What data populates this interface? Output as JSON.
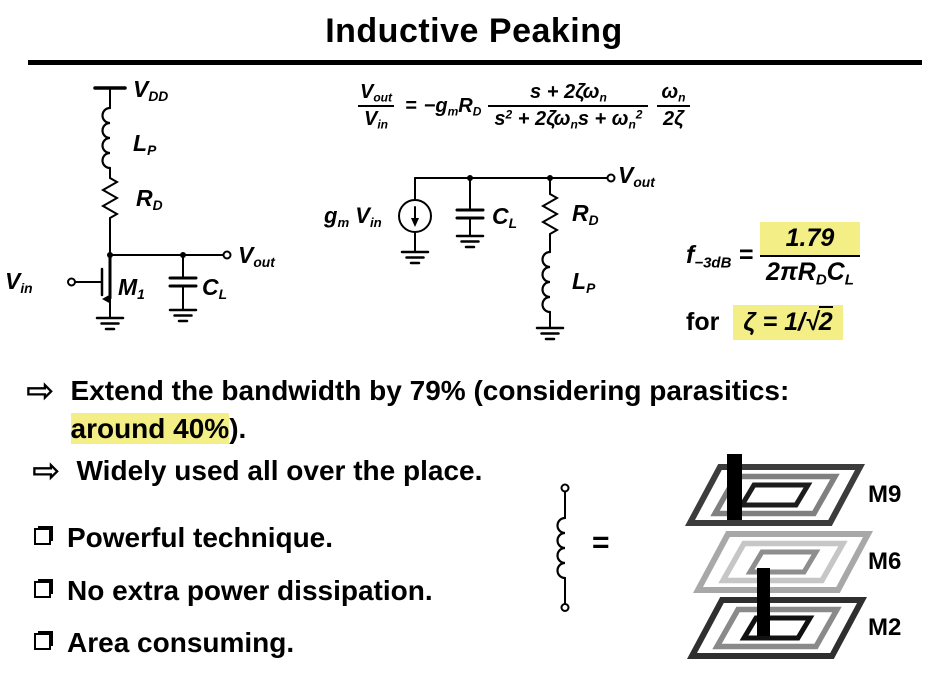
{
  "title": "Inductive Peaking",
  "colors": {
    "highlight": "#f3ee86",
    "ink": "#000000"
  },
  "left_circuit": {
    "vdd": "V_{DD}",
    "lp": "L_{P}",
    "rd": "R_{D}",
    "vout": "V_{out}",
    "vin": "V_{in}",
    "m1": "M_{1}",
    "cl": "C_{L}"
  },
  "ss_circuit": {
    "source": "g_{m} V_{in}",
    "cl": "C_{L}",
    "rd": "R_{D}",
    "lp": "L_{P}",
    "vout": "V_{out}"
  },
  "transfer_eq": {
    "lhs_num": "V_{out}",
    "lhs_den": "V_{in}",
    "equals": "=",
    "coefficient": "−g_{m}R_{D}",
    "num": "s + 2ζω_{n}",
    "den": "s^{2} + 2ζω_{n}s + ω_{n}^{2}",
    "factor_num": "ω_{n}",
    "factor_den": "2ζ"
  },
  "bandwidth_eq": {
    "lhs": "f_{−3dB}",
    "equals": "=",
    "num": "1.79",
    "den": "2πR_{D}C_{L}"
  },
  "condition": {
    "prefix": "for",
    "expr": "ζ = 1/√~{2}"
  },
  "bullets": {
    "arrow_icon": "⇨",
    "b1_line1": "Extend the bandwidth by 79% (considering parasitics:",
    "b1_highlight": "around 40%",
    "b1_after": ").",
    "b2": "Widely used all over the place.",
    "sq1": "Powerful technique.",
    "sq2": "No extra power dissipation.",
    "sq3": "Area consuming."
  },
  "stack": {
    "equals": "=",
    "layer_top": "M9",
    "layer_mid": "M6",
    "layer_bottom": "M2"
  }
}
